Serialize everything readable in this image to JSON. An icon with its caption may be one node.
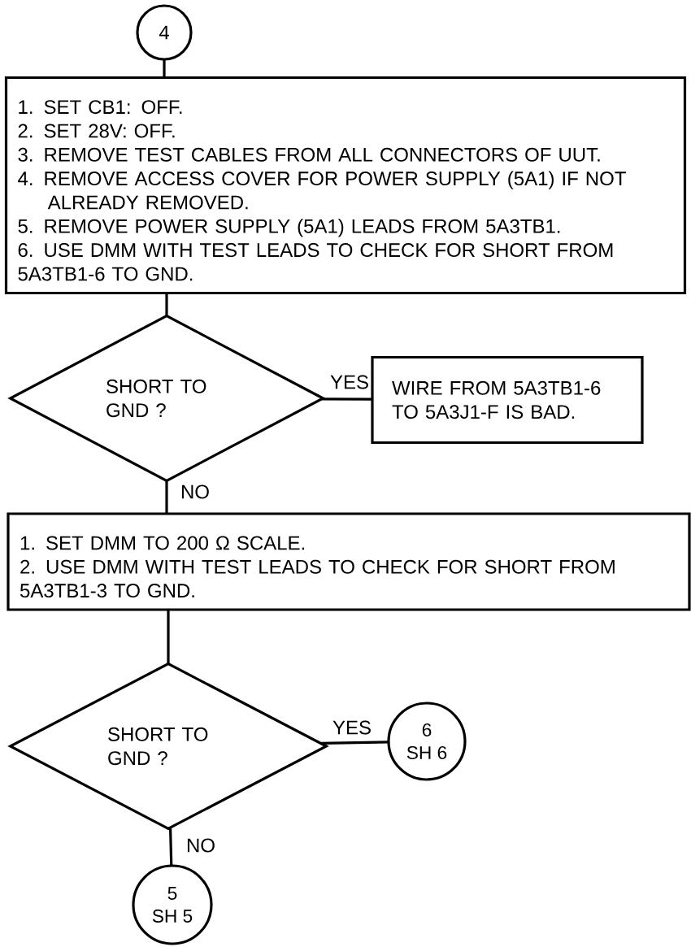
{
  "diagram": {
    "nodes": [
      {
        "text": [
          "4"
        ]
      },
      {
        "text": [
          "1. SET CB1:  OFF.",
          "2. SET 28V:  OFF.",
          "3. REMOVE TEST CABLES FROM ALL CONNECTORS OF UUT.",
          "4. REMOVE ACCESS COVER FOR POWER SUPPLY (5A1) IF NOT ALREADY REMOVED.",
          "5. REMOVE POWER SUPPLY (5A1) LEADS FROM 5A3TB1.",
          "6. USE DMM WITH TEST LEADS TO CHECK FOR SHORT FROM 5A3TB1-6 TO GND."
        ]
      },
      {
        "text": [
          "SHORT TO GND ?"
        ]
      },
      {
        "text": [
          "WIRE FROM 5A3TB1-6 TO 5A3J1-F IS BAD."
        ]
      },
      {
        "text": [
          "1. SET DMM TO 200 Ω SCALE.",
          "2. USE DMM WITH TEST LEADS TO CHECK FOR SHORT FROM 5A3TB1-3 TO GND."
        ]
      },
      {
        "text": [
          "SHORT TO GND ?"
        ]
      },
      {
        "text": [
          "6",
          "SH 6"
        ]
      },
      {
        "text": [
          "5",
          "SH 5"
        ]
      }
    ],
    "edges": [
      {
        "from": 0,
        "to": 1,
        "arrow": "none"
      },
      {
        "from": 1,
        "to": 2,
        "arrow": "none"
      },
      {
        "from": 2,
        "to": 3,
        "arrow": "none",
        "label": "YES"
      },
      {
        "from": 2,
        "to": 4,
        "arrow": "none",
        "label": "NO"
      },
      {
        "from": 4,
        "to": 5,
        "arrow": "none"
      },
      {
        "from": 5,
        "to": 6,
        "arrow": "none",
        "label": "YES"
      },
      {
        "from": 5,
        "to": 7,
        "arrow": "none",
        "label": "NO"
      }
    ]
  }
}
